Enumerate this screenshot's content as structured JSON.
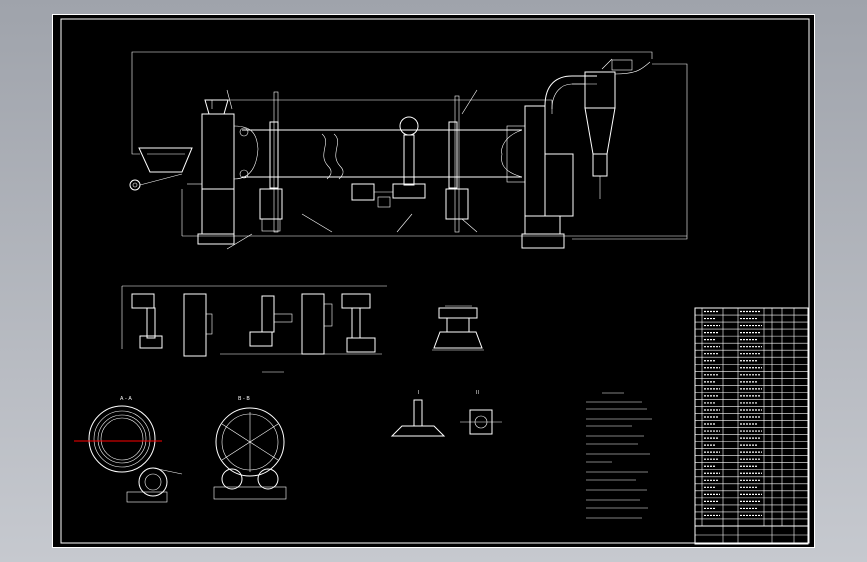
{
  "views": {
    "section_a_label": "A - A",
    "section_b_label": "B - B",
    "detail_1_label": "I",
    "detail_2_label": "II"
  },
  "colors": {
    "background": "#000000",
    "line": "#ffffff",
    "cut_line": "#ff0000",
    "viewport": "#b4b8c0"
  },
  "bom": {
    "row_count": 31
  }
}
